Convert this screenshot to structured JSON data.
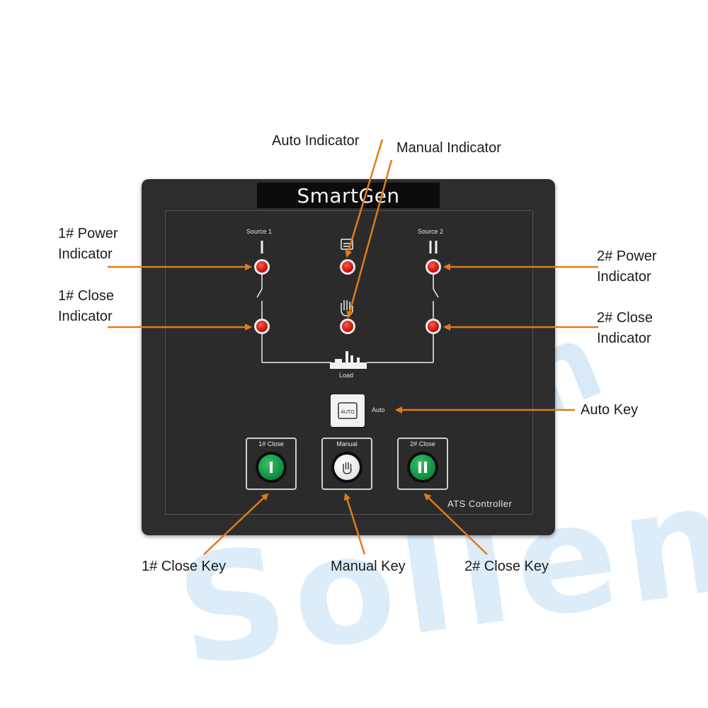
{
  "panel": {
    "brand": "SmartGen",
    "model": "ATS  Controller",
    "source1_label": "Source 1",
    "source2_label": "Source 2",
    "load_label": "Load",
    "auto_label": "Auto",
    "key1_caption": "1# Close",
    "manual_caption": "Manual",
    "key2_caption": "2# Close",
    "auto_key_text": "AUTO"
  },
  "annotations": {
    "auto_indicator": "Auto Indicator",
    "manual_indicator": "Manual Indicator",
    "power1_line1": "1# Power",
    "power1_line2": "Indicator",
    "close1_line1": "1# Close",
    "close1_line2": "Indicator",
    "power2_line1": "2# Power",
    "power2_line2": "Indicator",
    "close2_line1": "2# Close",
    "close2_line2": "Indicator",
    "auto_key": "Auto Key",
    "close1_key": "1# Close Key",
    "manual_key": "Manual Key",
    "close2_key": "2# Close Key"
  },
  "watermark": {
    "text1": "en",
    "text2": "Sollen"
  },
  "colors": {
    "arrow": "#e07b1a",
    "indicator": "#e0231a",
    "key_green": "#0d8a3d",
    "panel": "#2d2d2d"
  },
  "icons": {
    "source1_symbol": "roman-one-icon",
    "source2_symbol": "roman-two-icon",
    "auto_symbol": "auto-mode-icon",
    "manual_symbol": "hand-icon",
    "load_symbol": "factory-icon"
  }
}
